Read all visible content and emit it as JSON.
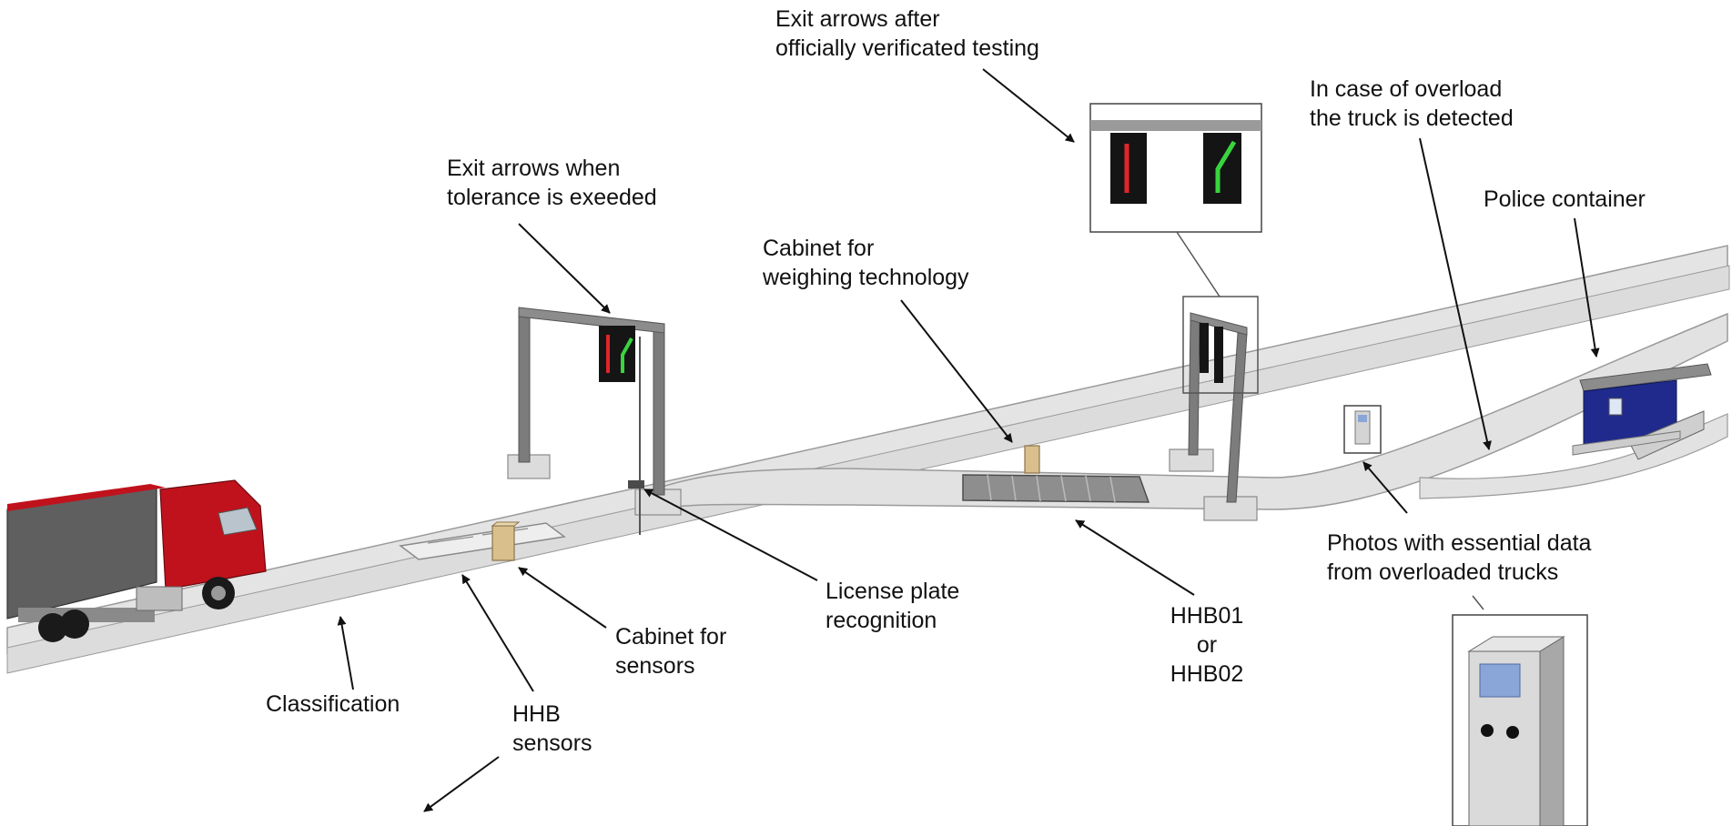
{
  "labels": {
    "exit_arrows_verified": [
      "Exit arrows after",
      "officially verificated testing"
    ],
    "overload_detected": [
      "In case of overload",
      "the truck is detected"
    ],
    "police_container": [
      "Police container"
    ],
    "exit_arrows_tolerance": [
      "Exit arrows when",
      "tolerance is exeeded"
    ],
    "cabinet_weighing": [
      "Cabinet for",
      "weighing technology"
    ],
    "license_plate": [
      "License plate",
      "recognition"
    ],
    "cabinet_sensors": [
      "Cabinet for",
      "sensors"
    ],
    "classification": [
      "Classification"
    ],
    "hhb_sensors": [
      "HHB",
      "sensors"
    ],
    "hhb01_hhb02": [
      "HHB01",
      "or",
      "HHB02"
    ],
    "photos_data": [
      "Photos with essential data",
      "from overloaded trucks"
    ]
  },
  "colors": {
    "road": "#e4e4e4",
    "road_edge": "#9a9a9a",
    "truck_cab": "#c0121c",
    "trailer": "#5f5f5f",
    "gantry": "#7c7c7c",
    "sign_red": "#e0262b",
    "sign_green": "#39d43f",
    "container": "#1f2a8c",
    "cabinet": "#d9bf8c",
    "terminal": "#d4d4d4",
    "arrow": "#111111"
  }
}
